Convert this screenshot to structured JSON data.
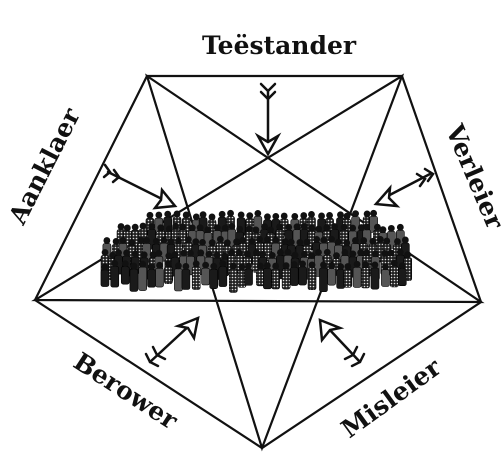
{
  "diagram": {
    "labels": {
      "top": "Teëstander",
      "left": "Aanklaer",
      "right": "Verleier",
      "bottom_left": "Berower",
      "bottom_right": "Misleier"
    },
    "center_image": "crowd-of-people",
    "colors": {
      "ink": "#111111",
      "background": "#ffffff"
    }
  }
}
